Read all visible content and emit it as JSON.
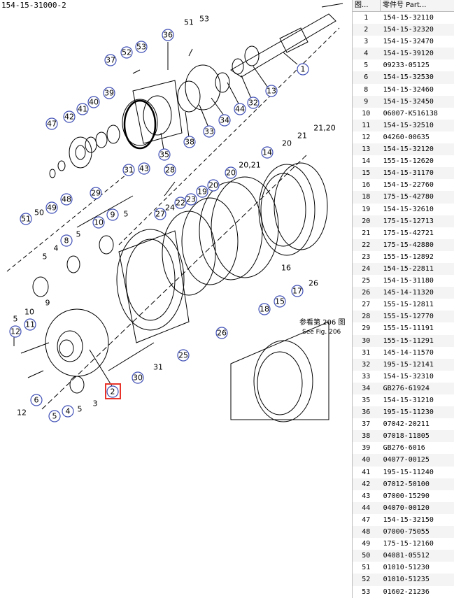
{
  "title": "154-15-31000-2",
  "parts_header": {
    "col_ref": "图...",
    "col_part": "零件号 Part..."
  },
  "parts": [
    {
      "ref": "1",
      "part": "154-15-32110"
    },
    {
      "ref": "2",
      "part": "154-15-32320"
    },
    {
      "ref": "3",
      "part": "154-15-32470"
    },
    {
      "ref": "4",
      "part": "154-15-39120"
    },
    {
      "ref": "5",
      "part": "09233-05125"
    },
    {
      "ref": "6",
      "part": "154-15-32530"
    },
    {
      "ref": "8",
      "part": "154-15-32460"
    },
    {
      "ref": "9",
      "part": "154-15-32450"
    },
    {
      "ref": "10",
      "part": "06007-K516138"
    },
    {
      "ref": "11",
      "part": "154-15-32510"
    },
    {
      "ref": "12",
      "part": "04260-00635"
    },
    {
      "ref": "13",
      "part": "154-15-32120"
    },
    {
      "ref": "14",
      "part": "155-15-12620"
    },
    {
      "ref": "15",
      "part": "154-15-31170"
    },
    {
      "ref": "16",
      "part": "154-15-22760"
    },
    {
      "ref": "18",
      "part": "175-15-42780"
    },
    {
      "ref": "19",
      "part": "154-15-32610"
    },
    {
      "ref": "20",
      "part": "175-15-12713"
    },
    {
      "ref": "21",
      "part": "175-15-42721"
    },
    {
      "ref": "22",
      "part": "175-15-42880"
    },
    {
      "ref": "23",
      "part": "155-15-12892"
    },
    {
      "ref": "24",
      "part": "154-15-22811"
    },
    {
      "ref": "25",
      "part": "154-15-31180"
    },
    {
      "ref": "26",
      "part": "145-14-11320"
    },
    {
      "ref": "27",
      "part": "155-15-12811"
    },
    {
      "ref": "28",
      "part": "155-15-12770"
    },
    {
      "ref": "29",
      "part": "155-15-11191"
    },
    {
      "ref": "30",
      "part": "155-15-11291"
    },
    {
      "ref": "31",
      "part": "145-14-11570"
    },
    {
      "ref": "32",
      "part": "195-15-12141"
    },
    {
      "ref": "33",
      "part": "154-15-32310"
    },
    {
      "ref": "34",
      "part": "GB276-61924"
    },
    {
      "ref": "35",
      "part": "154-15-31210"
    },
    {
      "ref": "36",
      "part": "195-15-11230"
    },
    {
      "ref": "37",
      "part": "07042-20211"
    },
    {
      "ref": "38",
      "part": "07018-11805"
    },
    {
      "ref": "39",
      "part": "GB276-6016"
    },
    {
      "ref": "40",
      "part": "04077-00125"
    },
    {
      "ref": "41",
      "part": "195-15-11240"
    },
    {
      "ref": "42",
      "part": "07012-50100"
    },
    {
      "ref": "43",
      "part": "07000-15290"
    },
    {
      "ref": "44",
      "part": "04070-00120"
    },
    {
      "ref": "47",
      "part": "154-15-32150"
    },
    {
      "ref": "48",
      "part": "07000-75055"
    },
    {
      "ref": "49",
      "part": "175-15-12160"
    },
    {
      "ref": "50",
      "part": "04081-05512"
    },
    {
      "ref": "51",
      "part": "01010-51230"
    },
    {
      "ref": "52",
      "part": "01010-51235"
    },
    {
      "ref": "53",
      "part": "01602-21236"
    }
  ],
  "diagram": {
    "see_fig_cn": "参看第 206 图",
    "see_fig_en": "See Fig. 206",
    "highlighted_callout": "2",
    "highlight_color": "#e8332a",
    "callout_color": "#3f4fb5",
    "callouts": [
      "1",
      "13",
      "32",
      "44",
      "34",
      "33",
      "38",
      "35",
      "36",
      "51",
      "53",
      "37",
      "52",
      "39",
      "40",
      "41",
      "42",
      "47",
      "43",
      "31",
      "28",
      "29",
      "9",
      "5",
      "10",
      "8",
      "4",
      "5",
      "5",
      "10",
      "9",
      "5",
      "11",
      "12",
      "6",
      "5",
      "4",
      "3",
      "49",
      "48",
      "51",
      "50",
      "20",
      "21",
      "14",
      "19",
      "23",
      "22",
      "24",
      "27",
      "15",
      "17",
      "18",
      "26",
      "25",
      "30",
      "31",
      "2",
      "21",
      "20",
      "5",
      "16"
    ]
  }
}
